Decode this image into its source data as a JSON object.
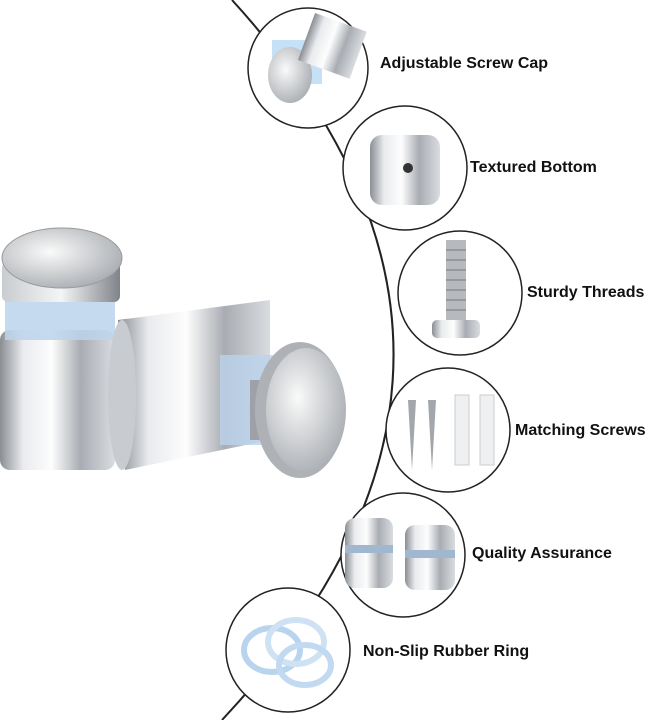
{
  "features": [
    {
      "label": "Adjustable Screw Cap",
      "icon": "screw-cap-closeup"
    },
    {
      "label": "Textured Bottom",
      "icon": "textured-bottom-closeup"
    },
    {
      "label": "Sturdy Threads",
      "icon": "threaded-bolt"
    },
    {
      "label": "Matching Screws",
      "icon": "screws-and-anchors"
    },
    {
      "label": "Quality Assurance",
      "icon": "two-standoffs"
    },
    {
      "label": "Non-Slip Rubber Ring",
      "icon": "rubber-rings"
    }
  ]
}
